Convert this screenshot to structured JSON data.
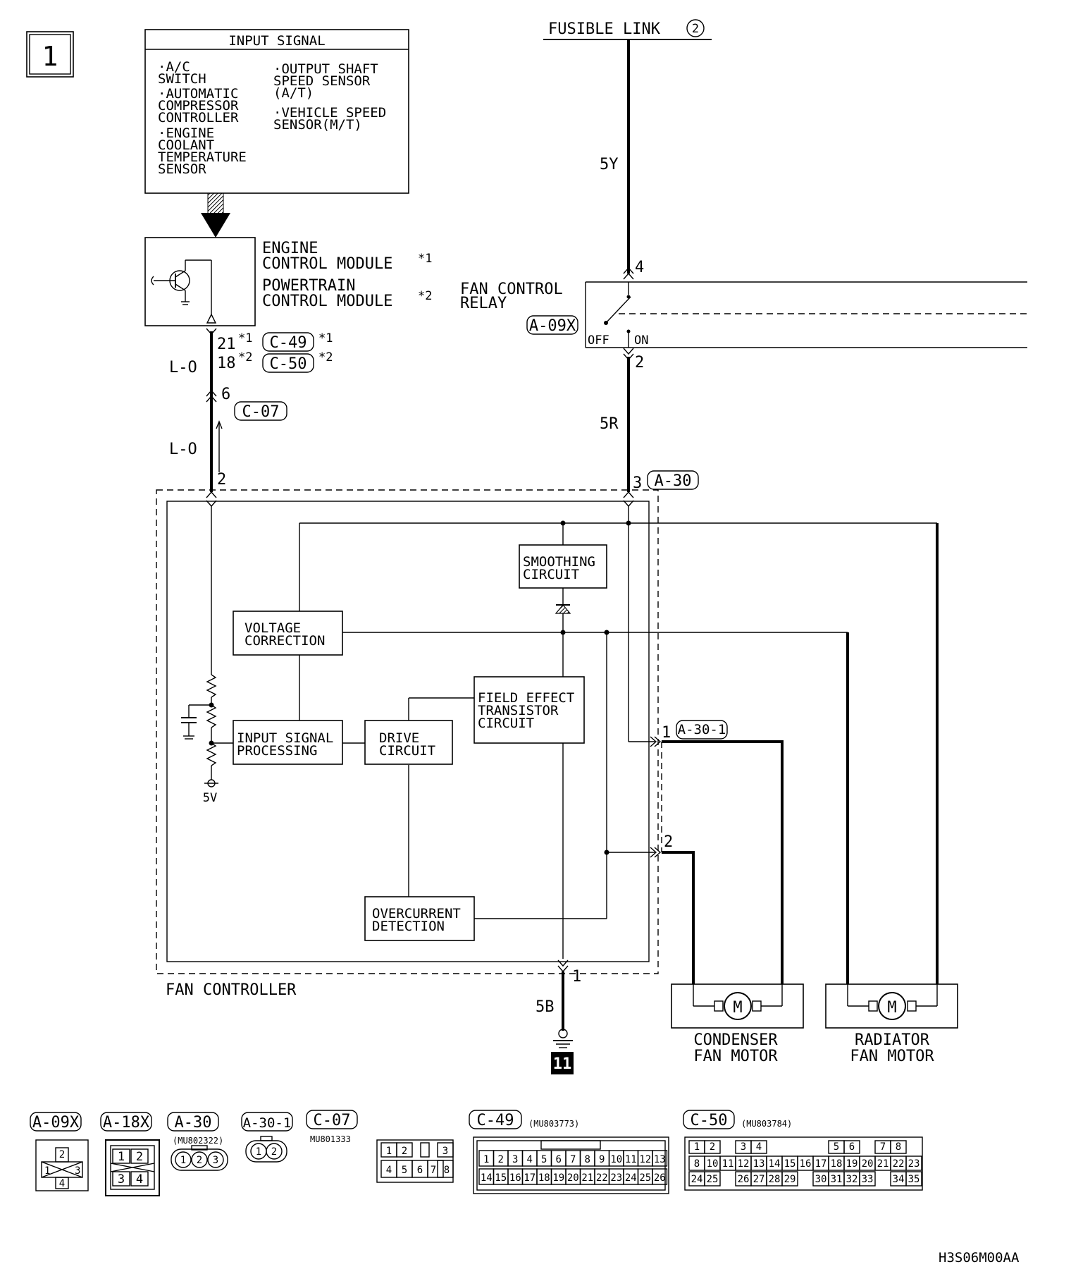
{
  "diagram": {
    "page_number": "1",
    "fusible_link": "FUSIBLE LINK",
    "fusible_link_number": "2",
    "input_signal": {
      "title": "INPUT SIGNAL",
      "items_left": [
        "·A/C",
        " SWITCH",
        "·AUTOMATIC",
        " COMPRESSOR",
        " CONTROLLER",
        "·ENGINE",
        " COOLANT",
        " TEMPERATURE",
        " SENSOR"
      ],
      "items_right": [
        "·OUTPUT SHAFT",
        " SPEED SENSOR",
        " (A/T)",
        "·VEHICLE SPEED",
        " SENSOR(M/T)"
      ]
    },
    "ecm": {
      "line1": "ENGINE",
      "line2": "CONTROL MODULE",
      "sup1": "*1",
      "line3": "POWERTRAIN",
      "line4": "CONTROL MODULE",
      "sup2": "*2"
    },
    "ecm_pins": {
      "pin1": "21",
      "pin1_sup": "*1",
      "conn1": "C-49",
      "conn1_sup": "*1",
      "pin2": "18",
      "pin2_sup": "*2",
      "conn2": "C-50",
      "conn2_sup": "*2"
    },
    "wire_lo_1": "L-O",
    "wire_lo_2": "L-O",
    "c07_pin": "6",
    "c07_label": "C-07",
    "fan_controller_pin_2": "2",
    "fan_control_relay": {
      "line1": "FAN CONTROL",
      "line2": "RELAY",
      "connector": "A-09X",
      "pin_top": "4",
      "pin_bottom": "2",
      "off": "OFF",
      "on": "ON"
    },
    "wire_5y": "5Y",
    "wire_5r": "5R",
    "wire_5b": "5B",
    "a30_pin": "3",
    "a30_label": "A-30",
    "blocks": {
      "smoothing_1": "SMOOTHING",
      "smoothing_2": "CIRCUIT",
      "voltage_1": "VOLTAGE",
      "voltage_2": "CORRECTION",
      "fet_1": "FIELD EFFECT",
      "fet_2": "TRANSISTOR",
      "fet_3": "CIRCUIT",
      "input_1": "INPUT SIGNAL",
      "input_2": "PROCESSING",
      "drive_1": "DRIVE",
      "drive_2": "CIRCUIT",
      "over_1": "OVERCURRENT",
      "over_2": "DETECTION"
    },
    "five_v": "5V",
    "fan_controller": "FAN CONTROLLER",
    "a30_1_label": "A-30-1",
    "a30_1_pin1": "1",
    "a30_1_pin2": "2",
    "ground_pin": "1",
    "ground_number": "11",
    "motor_symbol": "M",
    "condenser_1": "CONDENSER",
    "condenser_2": "FAN MOTOR",
    "radiator_1": "RADIATOR",
    "radiator_2": "FAN MOTOR",
    "connectors": {
      "a09x": "A-09X",
      "a18x": "A-18X",
      "a30": "A-30",
      "a30_part": "(MU802322)",
      "a30_1": "A-30-1",
      "c07": "C-07",
      "c07_part": "MU801333",
      "c49": "C-49",
      "c49_part": "(MU803773)",
      "c50": "C-50",
      "c50_part": "(MU803784)",
      "a09x_pins": [
        "2",
        "1",
        "3",
        "4"
      ],
      "a18x_pins": [
        "1",
        "2",
        "3",
        "4"
      ],
      "a30_pins": [
        "1",
        "2",
        "3"
      ],
      "a30_1_pins": [
        "1",
        "2"
      ],
      "c07_pins": [
        "1",
        "2",
        "3",
        "4",
        "5",
        "6",
        "7",
        "8"
      ],
      "c49_row1": [
        "1",
        "2",
        "3",
        "4",
        "5",
        "6",
        "7",
        "8",
        "9",
        "10",
        "11",
        "12",
        "13"
      ],
      "c49_row2": [
        "14",
        "15",
        "16",
        "17",
        "18",
        "19",
        "20",
        "21",
        "22",
        "23",
        "24",
        "25",
        "26"
      ],
      "c50_row1": [
        "1",
        "2",
        "",
        "3",
        "4",
        "",
        "",
        "",
        "",
        "5",
        "6",
        "",
        "7",
        "8"
      ],
      "c50_row2": [
        "8",
        "10",
        "11",
        "12",
        "13",
        "14",
        "15",
        "16",
        "17",
        "18",
        "19",
        "20",
        "21",
        "22",
        "23"
      ],
      "c50_row3": [
        "24",
        "25",
        "",
        "26",
        "27",
        "28",
        "29",
        "",
        "30",
        "31",
        "32",
        "33",
        "",
        "34",
        "35"
      ]
    },
    "figure_code": "H3S06M00AA"
  }
}
